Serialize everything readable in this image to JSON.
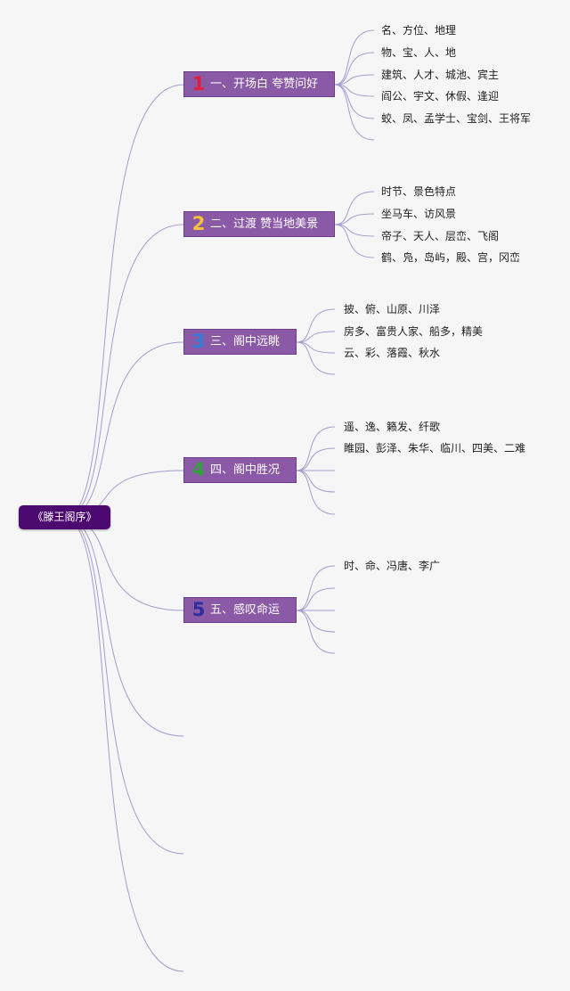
{
  "colors": {
    "background": "#f6f6f6",
    "root_fill": "#4c0a70",
    "topic_fill": "#8a5aa6",
    "topic_border": "#6c3d8a",
    "connector": "#a69bd0",
    "number_colors": [
      "#e0203a",
      "#f5c23a",
      "#2f7fd6",
      "#2fa338",
      "#2d2fa0"
    ]
  },
  "root": {
    "label": "《滕王阁序》"
  },
  "topics": [
    {
      "number": "1",
      "title": "一、开场白 夸赞问好",
      "leaves": [
        "名、方位、地理",
        "物、宝、人、地",
        "建筑、人才、城池、宾主",
        "阎公、宇文、休假、逢迎",
        "蛟、凤、孟学士、宝剑、王将军",
        ""
      ]
    },
    {
      "number": "2",
      "title": "二、过渡 赞当地美景",
      "leaves": [
        "时节、景色特点",
        "坐马车、访风景",
        "帝子、天人、层峦、飞阁",
        "鹤、凫，岛屿，殿、宫，冈峦"
      ]
    },
    {
      "number": "3",
      "title": "三、阁中远眺",
      "leaves": [
        "披、俯、山原、川泽",
        "房多、富贵人家、船多，精美",
        "云、彩、落霞、秋水",
        ""
      ]
    },
    {
      "number": "4",
      "title": "四、阁中胜况",
      "leaves": [
        "遥、逸、籁发、纤歌",
        "睢园、彭泽、朱华、临川、四美、二难",
        "",
        "",
        ""
      ]
    },
    {
      "number": "5",
      "title": "五、感叹命运",
      "leaves": [
        "时、命、冯唐、李广",
        "",
        "",
        "",
        ""
      ]
    }
  ],
  "empty_branches": 3
}
